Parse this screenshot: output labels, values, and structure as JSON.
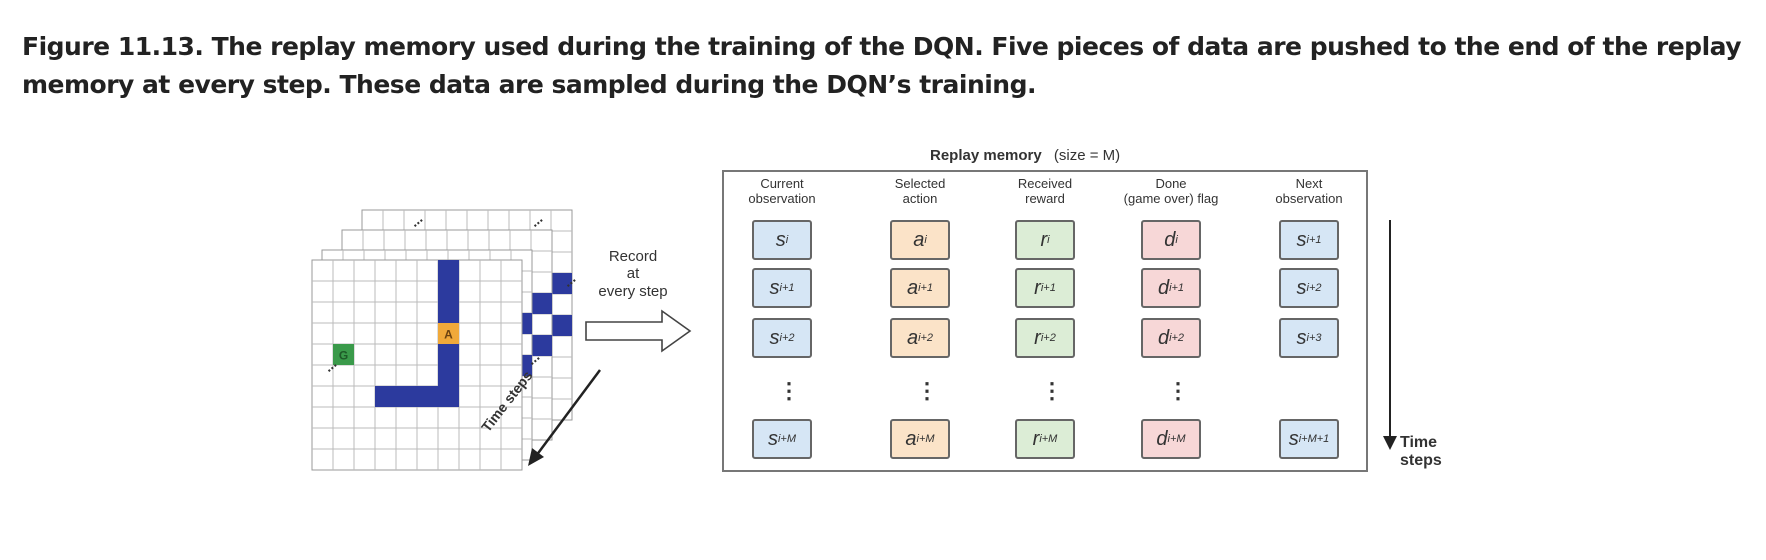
{
  "caption": "Figure 11.13. The replay memory used during the training of the DQN. Five pieces of data are pushed to the end of the replay memory at every step. These data are sampled during the DQN’s training.",
  "grid": {
    "goal_label": "G",
    "agent_label": "A",
    "ellipsis": "...",
    "time_steps_label": "Time steps"
  },
  "record": {
    "line1": "Record",
    "line2": "at",
    "line3": "every step"
  },
  "memory": {
    "title": "Replay memory",
    "size_label": "(size = M)",
    "columns": [
      {
        "header1": "Current",
        "header2": "observation",
        "color": "#d6e6f5",
        "letter": "s",
        "subs": [
          "i",
          "i+1",
          "i+2",
          "i+M"
        ]
      },
      {
        "header1": "Selected",
        "header2": "action",
        "color": "#fbe3c8",
        "letter": "a",
        "subs": [
          "i",
          "i+1",
          "i+2",
          "i+M"
        ]
      },
      {
        "header1": "Received",
        "header2": "reward",
        "color": "#dcedd6",
        "letter": "r",
        "subs": [
          "i",
          "i+1",
          "i+2",
          "i+M"
        ]
      },
      {
        "header1": "Done",
        "header2": "(game over) flag",
        "color": "#f7d7d7",
        "letter": "d",
        "subs": [
          "i",
          "i+1",
          "i+2",
          "i+M"
        ]
      },
      {
        "header1": "Next",
        "header2": "observation",
        "color": "#d6e6f5",
        "letter": "s",
        "subs": [
          "i+1",
          "i+2",
          "i+3",
          "i+M+1"
        ]
      }
    ],
    "vertical_dots": "⋮"
  },
  "time_axis": {
    "line1": "Time",
    "line2": "steps"
  },
  "colors": {
    "snake_blue": "#2c3a9e",
    "goal_green": "#3a9a4a",
    "agent_orange": "#f0a93a",
    "grid_line": "#999999"
  }
}
